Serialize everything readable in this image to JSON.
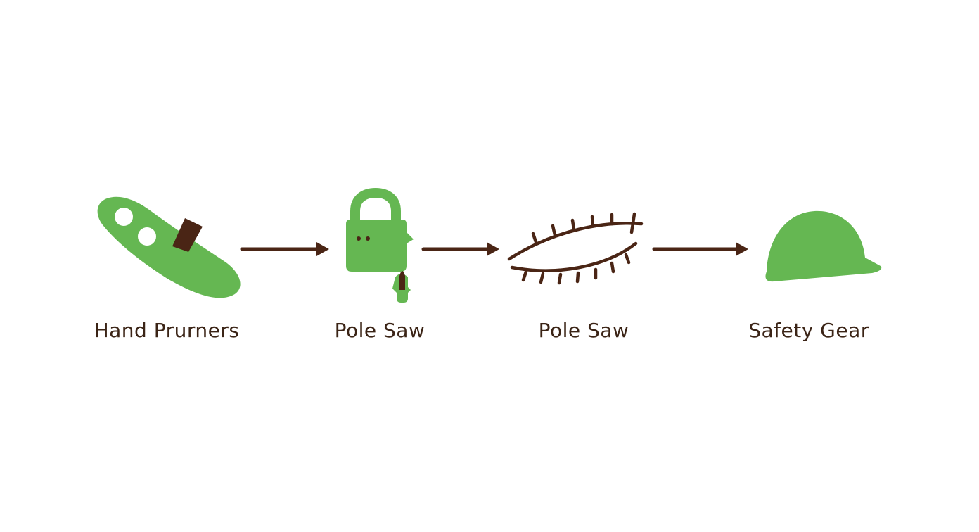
{
  "colors": {
    "green": "#65b752",
    "brown": "#4a2515",
    "background": "#ffffff"
  },
  "steps": [
    {
      "label": "Hand Prurners",
      "icon": "hand-pruners-icon"
    },
    {
      "label": "Pole Saw",
      "icon": "padlock-pole-saw-icon"
    },
    {
      "label": "Pole Saw",
      "icon": "saw-blade-icon"
    },
    {
      "label": "Safety Gear",
      "icon": "hard-hat-icon"
    }
  ],
  "arrows": [
    {
      "from": 1,
      "to": 2
    },
    {
      "from": 2,
      "to": 3
    },
    {
      "from": 3,
      "to": 4
    }
  ]
}
